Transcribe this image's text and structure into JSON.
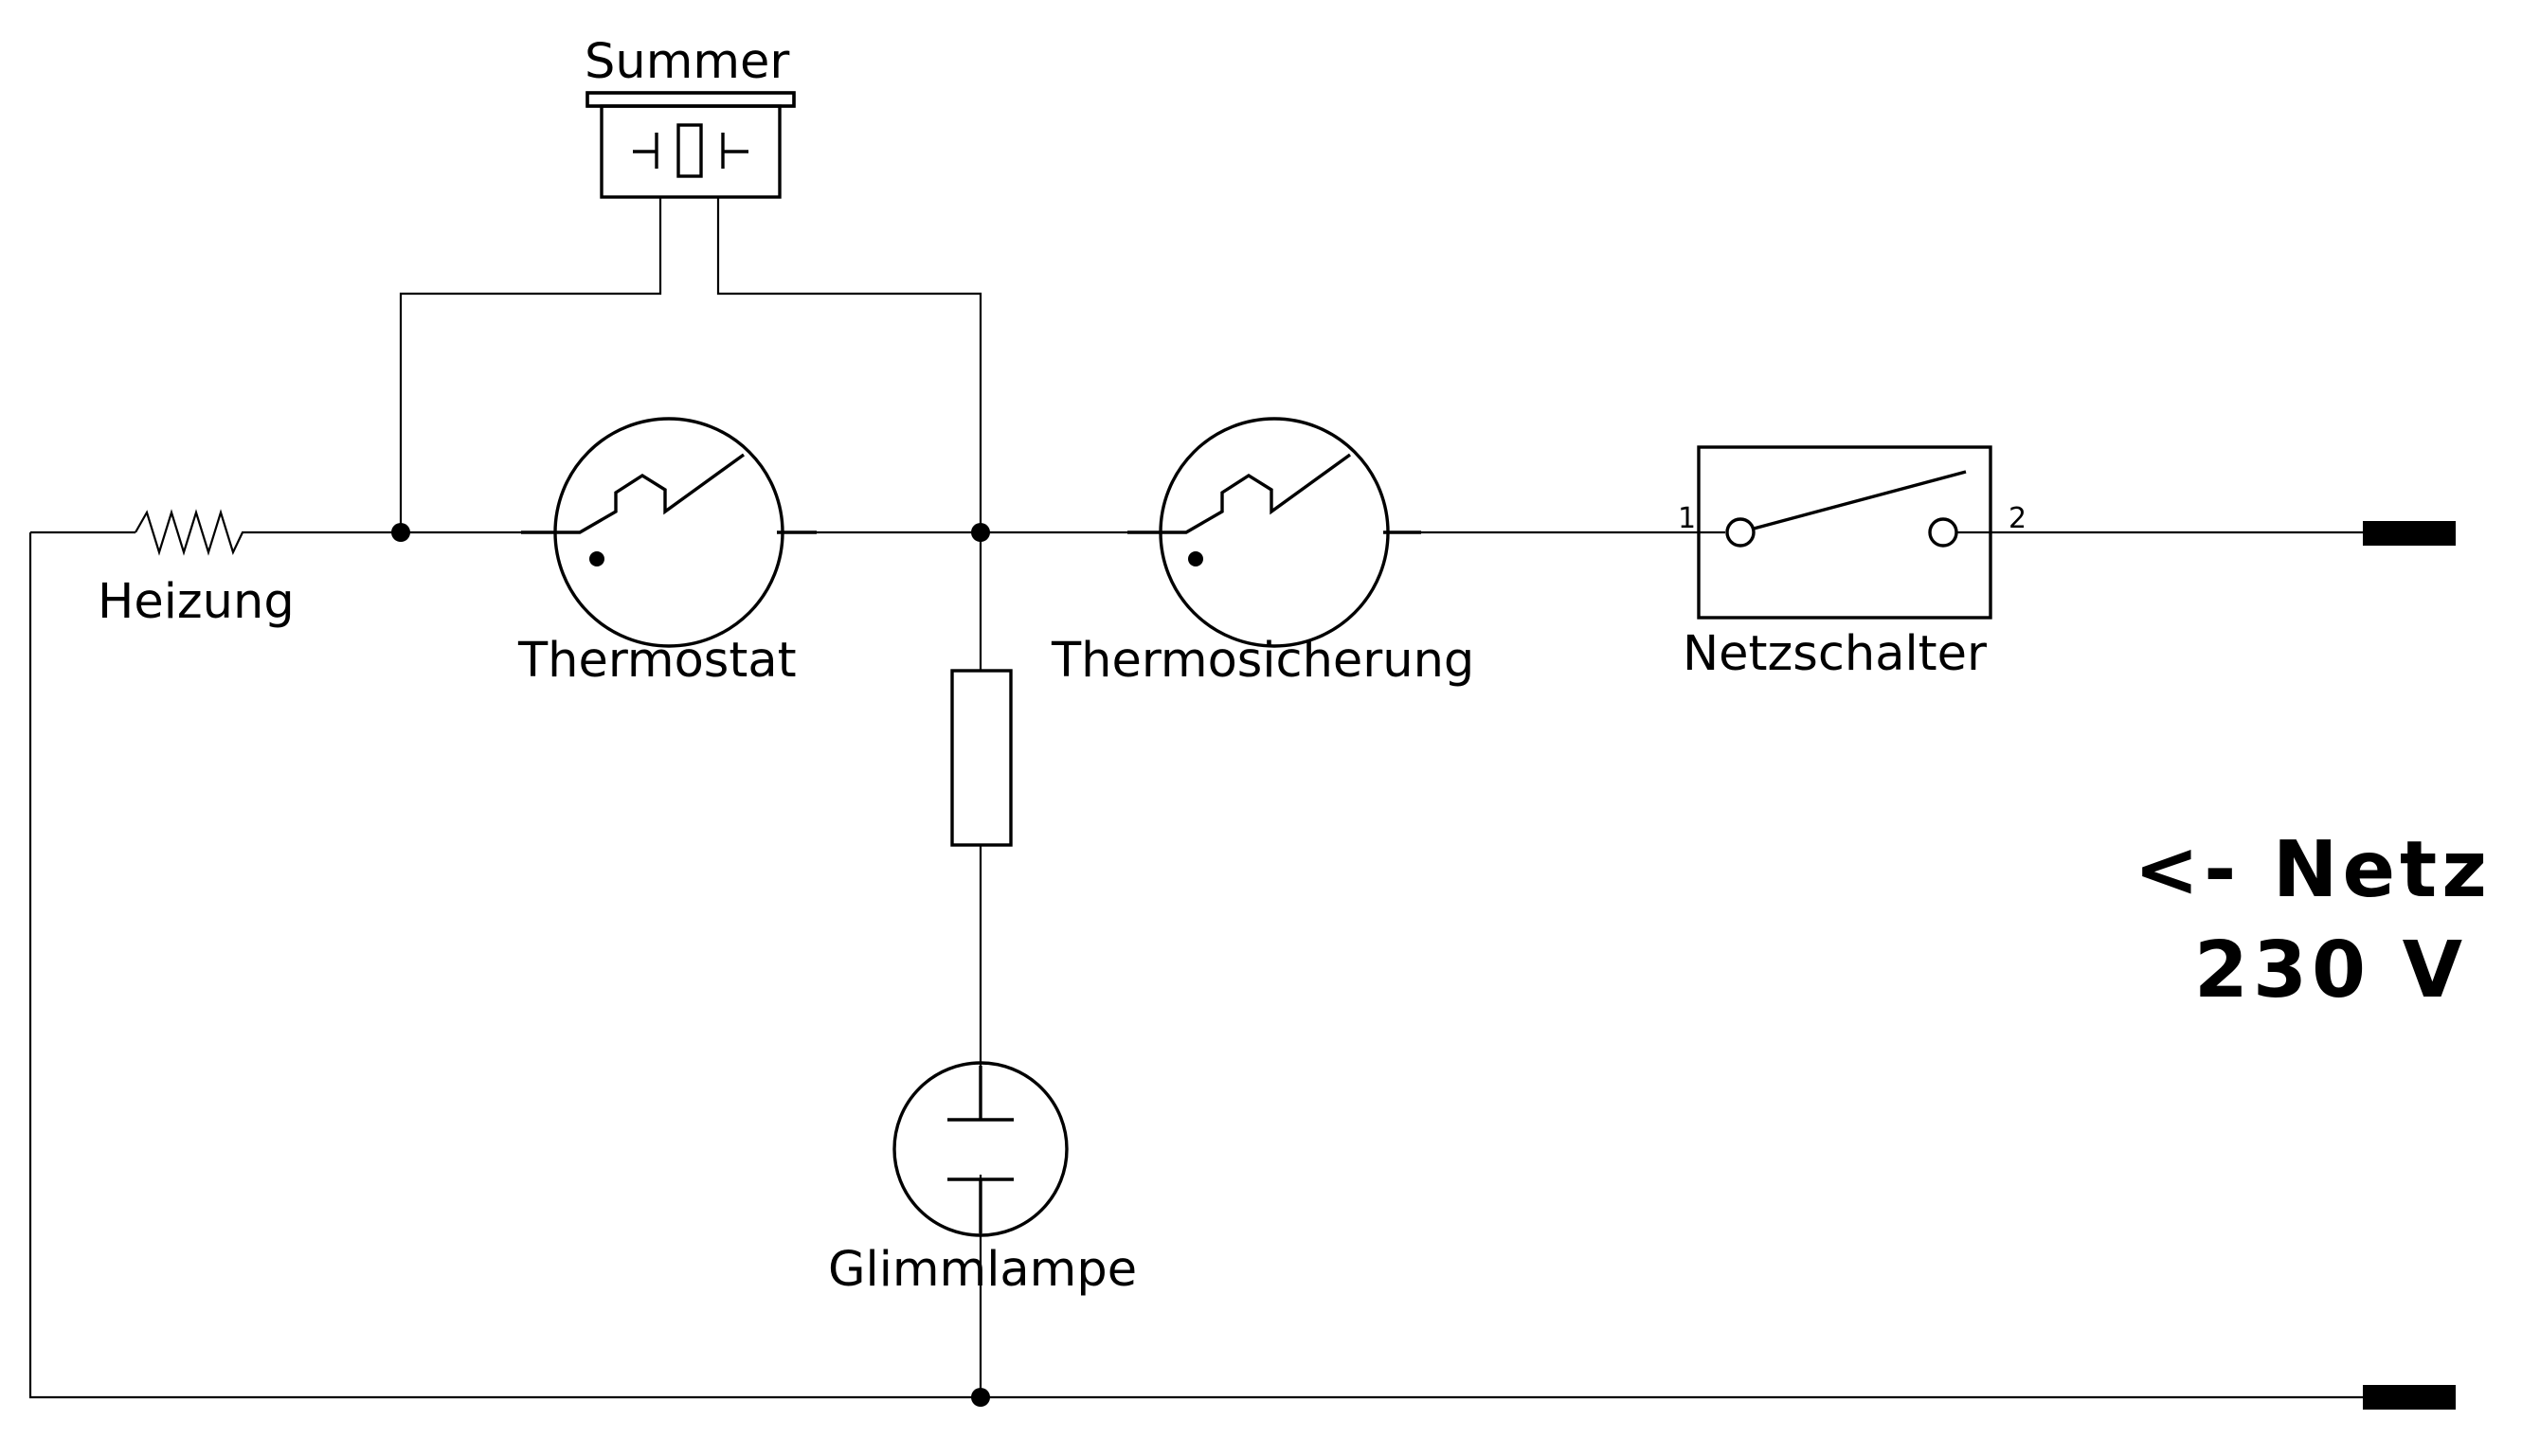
{
  "labels": {
    "summer": "Summer",
    "heizung": "Heizung",
    "thermostat": "Thermostat",
    "thermosicherung": "Thermosicherung",
    "netzschalter": "Netzschalter",
    "glimmlampe": "Glimmlampe",
    "netz": "<- Netz",
    "voltage": "230 V"
  },
  "switch_pins": {
    "pin1": "1",
    "pin2": "2"
  }
}
